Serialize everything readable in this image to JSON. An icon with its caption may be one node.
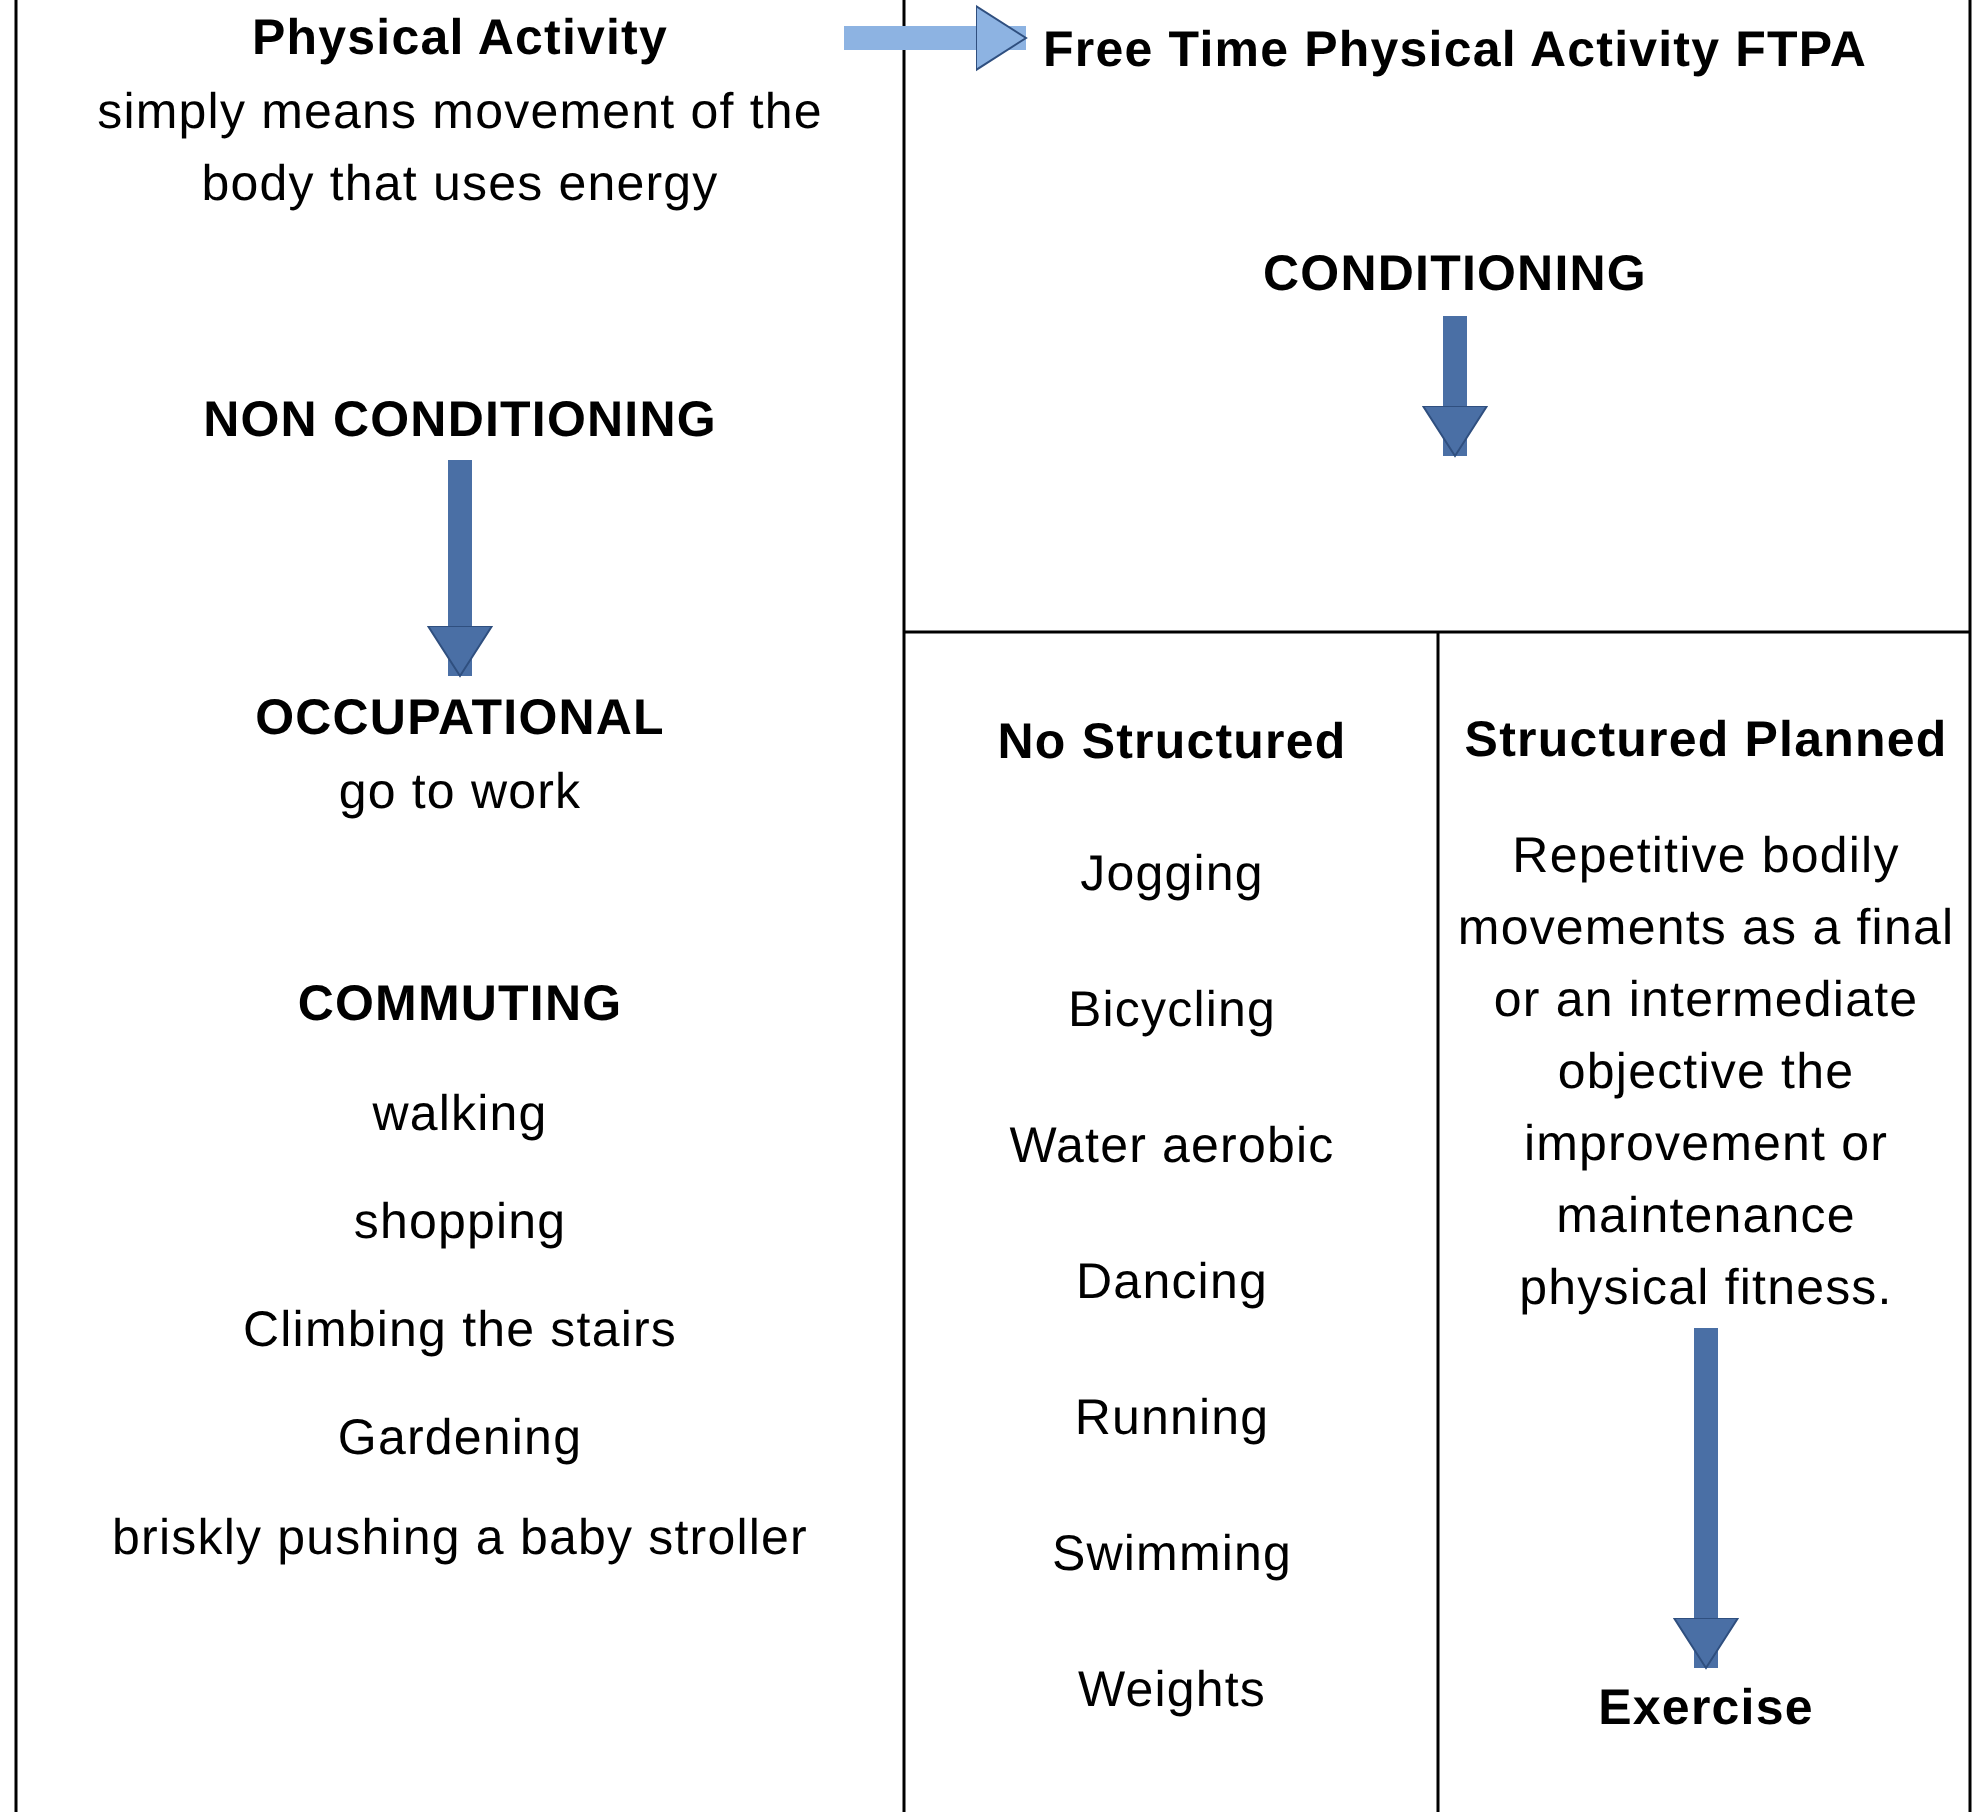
{
  "diagram": {
    "nodes": [
      {
        "text": [
          "Physical Activity",
          "simply means movement of the body that uses energy"
        ]
      },
      {
        "text": [
          "NON CONDITIONING"
        ]
      },
      {
        "text": [
          "OCCUPATIONAL",
          "go to work"
        ]
      },
      {
        "text": [
          "COMMUTING",
          "walking",
          "shopping",
          "Climbing the stairs",
          "Gardening",
          "briskly pushing a baby stroller"
        ]
      },
      {
        "text": [
          "Free Time Physical Activity FTPA"
        ]
      },
      {
        "text": [
          "CONDITIONING"
        ]
      },
      {
        "text": [
          "No Structured",
          "Jogging",
          "Bicycling",
          "Water aerobic",
          "Dancing",
          "Running",
          "Swimming",
          "Weights"
        ]
      },
      {
        "text": [
          "Structured Planned",
          "Repetitive bodily movements as a final or an intermediate objective the improvement or maintenance physical fitness."
        ]
      },
      {
        "text": [
          "Exercise"
        ]
      }
    ],
    "edges": [
      {
        "from": 0,
        "to": 4,
        "arrow": "to",
        "color": "#8db3e2"
      },
      {
        "from": 1,
        "to": 2,
        "arrow": "to"
      },
      {
        "from": 5,
        "to": null,
        "arrow": "to"
      },
      {
        "from": 7,
        "to": 8,
        "arrow": "to"
      }
    ]
  }
}
